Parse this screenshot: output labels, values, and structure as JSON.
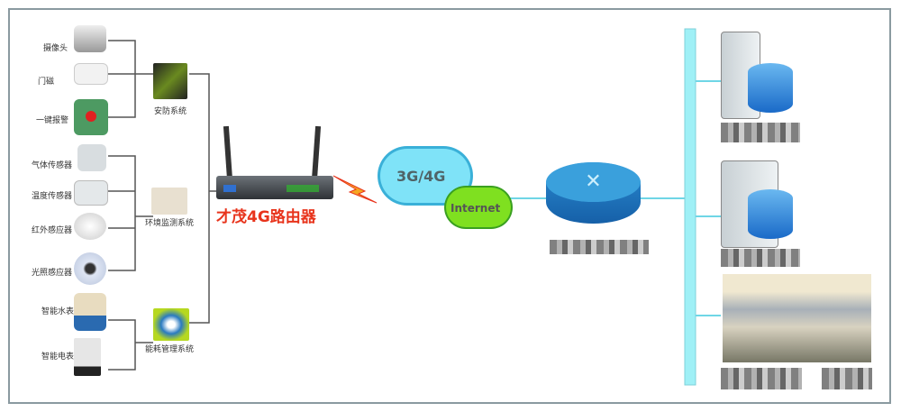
{
  "devices": [
    "摄像头",
    "门磁",
    "一键报警",
    "气体传感器",
    "温度传感器",
    "红外感应器",
    "光照感应器",
    "智能水表",
    "智能电表"
  ],
  "systems": [
    "安防系统",
    "环境监测系统",
    "能耗管理系统"
  ],
  "router_label": "才茂4G路由器",
  "cloud_3g": "3G/4G",
  "cloud_internet": "Internet",
  "colors": {
    "line": "#555555",
    "bus": "#7fe3ee",
    "router_label": "#e8341c",
    "frame": "#8a9aa0"
  }
}
